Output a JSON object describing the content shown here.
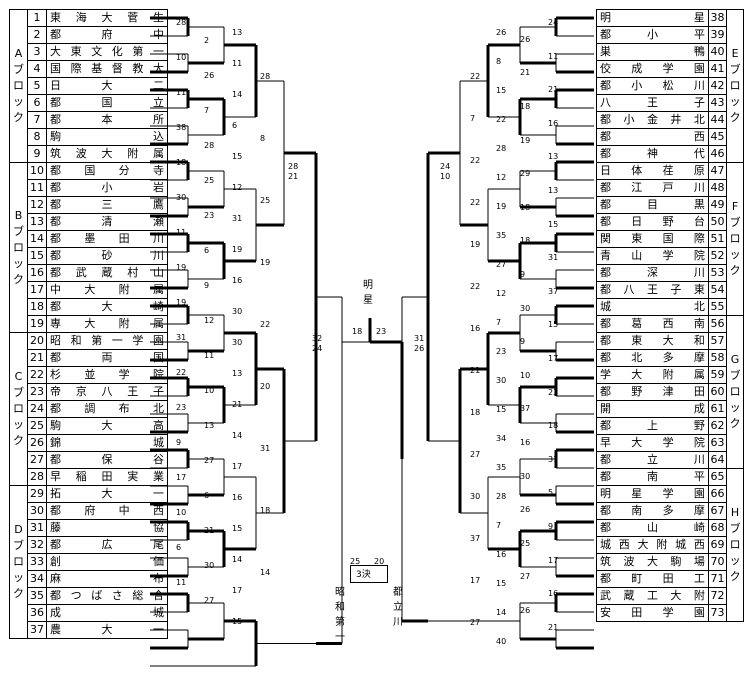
{
  "left_teams": [
    {
      "num": "1",
      "name": "東海大菅生",
      "block": "A"
    },
    {
      "num": "2",
      "name": "都府中",
      "block": "A"
    },
    {
      "num": "3",
      "name": "大東文化第一",
      "block": "A"
    },
    {
      "num": "4",
      "name": "国際基督教大",
      "block": "A"
    },
    {
      "num": "5",
      "name": "日大二",
      "block": "A"
    },
    {
      "num": "6",
      "name": "都国立",
      "block": "A"
    },
    {
      "num": "7",
      "name": "都本所",
      "block": "A"
    },
    {
      "num": "8",
      "name": "駒込",
      "block": "A"
    },
    {
      "num": "9",
      "name": "筑波大附属",
      "block": "A"
    },
    {
      "num": "10",
      "name": "都国分寺",
      "block": "B"
    },
    {
      "num": "11",
      "name": "都小岩",
      "block": "B"
    },
    {
      "num": "12",
      "name": "都三鷹",
      "block": "B"
    },
    {
      "num": "13",
      "name": "都清瀬",
      "block": "B"
    },
    {
      "num": "14",
      "name": "都墨田川",
      "block": "B"
    },
    {
      "num": "15",
      "name": "都砂川",
      "block": "B"
    },
    {
      "num": "16",
      "name": "都武蔵村山",
      "block": "B"
    },
    {
      "num": "17",
      "name": "中大附属",
      "block": "B"
    },
    {
      "num": "18",
      "name": "都大崎",
      "block": "B"
    },
    {
      "num": "19",
      "name": "専大附属",
      "block": "B"
    },
    {
      "num": "20",
      "name": "昭和第一学園",
      "block": "C"
    },
    {
      "num": "21",
      "name": "都両国",
      "block": "C"
    },
    {
      "num": "22",
      "name": "杉並学院",
      "block": "C"
    },
    {
      "num": "23",
      "name": "帝京八王子",
      "block": "C"
    },
    {
      "num": "24",
      "name": "都調布北",
      "block": "C"
    },
    {
      "num": "25",
      "name": "駒大高",
      "block": "C"
    },
    {
      "num": "26",
      "name": "錦城",
      "block": "C"
    },
    {
      "num": "27",
      "name": "都保谷",
      "block": "C"
    },
    {
      "num": "28",
      "name": "早稲田実業",
      "block": "C"
    },
    {
      "num": "29",
      "name": "拓大一",
      "block": "D"
    },
    {
      "num": "30",
      "name": "都府中西",
      "block": "D"
    },
    {
      "num": "31",
      "name": "藤協",
      "block": "D"
    },
    {
      "num": "32",
      "name": "都広尾",
      "block": "D"
    },
    {
      "num": "33",
      "name": "創価",
      "block": "D"
    },
    {
      "num": "34",
      "name": "麻布",
      "block": "D"
    },
    {
      "num": "35",
      "name": "都つばさ総合",
      "block": "D"
    },
    {
      "num": "36",
      "name": "成城",
      "block": "D"
    },
    {
      "num": "37",
      "name": "農大一",
      "block": "D"
    }
  ],
  "right_teams": [
    {
      "num": "38",
      "name": "明星",
      "block": "E"
    },
    {
      "num": "39",
      "name": "都小平",
      "block": "E"
    },
    {
      "num": "40",
      "name": "巣鴨",
      "block": "E"
    },
    {
      "num": "41",
      "name": "佼成学園",
      "block": "E"
    },
    {
      "num": "42",
      "name": "都小松川",
      "block": "E"
    },
    {
      "num": "43",
      "name": "八王子",
      "block": "E"
    },
    {
      "num": "44",
      "name": "都小金井北",
      "block": "E"
    },
    {
      "num": "45",
      "name": "都西",
      "block": "E"
    },
    {
      "num": "46",
      "name": "都神代",
      "block": "E"
    },
    {
      "num": "47",
      "name": "日体荏原",
      "block": "F"
    },
    {
      "num": "48",
      "name": "都江戸川",
      "block": "F"
    },
    {
      "num": "49",
      "name": "都目黒",
      "block": "F"
    },
    {
      "num": "50",
      "name": "都日野台",
      "block": "F"
    },
    {
      "num": "51",
      "name": "関東国際",
      "block": "F"
    },
    {
      "num": "52",
      "name": "青山学院",
      "block": "F"
    },
    {
      "num": "53",
      "name": "都深川",
      "block": "F"
    },
    {
      "num": "54",
      "name": "都八王子東",
      "block": "F"
    },
    {
      "num": "55",
      "name": "城北",
      "block": "F"
    },
    {
      "num": "56",
      "name": "都葛西南",
      "block": "G"
    },
    {
      "num": "57",
      "name": "都東大和",
      "block": "G"
    },
    {
      "num": "58",
      "name": "都北多摩",
      "block": "G"
    },
    {
      "num": "59",
      "name": "学大附属",
      "block": "G"
    },
    {
      "num": "60",
      "name": "都野津田",
      "block": "G"
    },
    {
      "num": "61",
      "name": "開成",
      "block": "G"
    },
    {
      "num": "62",
      "name": "都上野",
      "block": "G"
    },
    {
      "num": "63",
      "name": "早大学院",
      "block": "G"
    },
    {
      "num": "64",
      "name": "都立川",
      "block": "G"
    },
    {
      "num": "65",
      "name": "都南平",
      "block": "H"
    },
    {
      "num": "66",
      "name": "明星学園",
      "block": "H"
    },
    {
      "num": "67",
      "name": "都南多摩",
      "block": "H"
    },
    {
      "num": "68",
      "name": "都山崎",
      "block": "H"
    },
    {
      "num": "69",
      "name": "城西大附城西",
      "block": "H"
    },
    {
      "num": "70",
      "name": "筑波大駒場",
      "block": "H"
    },
    {
      "num": "71",
      "name": "都町田工",
      "block": "H"
    },
    {
      "num": "72",
      "name": "武蔵工大附",
      "block": "H"
    },
    {
      "num": "73",
      "name": "安田学園",
      "block": "H"
    }
  ],
  "blocks": {
    "A": "Aブロック",
    "B": "Bブロック",
    "C": "Cブロック",
    "D": "Dブロック",
    "E": "Eブロック",
    "F": "Fブロック",
    "G": "Gブロック",
    "H": "Hブロック"
  },
  "final": {
    "winner_label": "明星",
    "left_score": "18",
    "right_score": "23",
    "third_place_label": "3決",
    "third_left_score": "25",
    "third_right_score": "20",
    "third_left_team": "昭和第一",
    "third_right_team": "都立川"
  },
  "left_r1_scores": [
    "28",
    "2",
    "10",
    "26",
    "11",
    "7",
    "38",
    "28",
    "18",
    "25",
    "30",
    "23",
    "11",
    "6",
    "19",
    "9",
    "19",
    "12",
    "31",
    "11",
    "22",
    "10",
    "23",
    "13",
    "9",
    "27",
    "17",
    "6",
    "10",
    "21",
    "6",
    "30",
    "11",
    "27"
  ],
  "left_r2_scores": [
    "13",
    "11",
    "14",
    "6",
    "15",
    "12",
    "31",
    "19",
    "16",
    "30",
    "30",
    "13",
    "21",
    "14",
    "17",
    "16",
    "15",
    "14",
    "17",
    "15"
  ],
  "left_r3_scores": [
    "28",
    "8",
    "25",
    "19",
    "22",
    "20",
    "31",
    "18",
    "14"
  ],
  "left_sf_scores": [
    "28",
    "21"
  ],
  "right_r1_scores": [
    "24",
    "26",
    "11",
    "21",
    "21",
    "18",
    "16",
    "19",
    "13",
    "29",
    "13",
    "18",
    "15",
    "18",
    "31",
    "9",
    "37",
    "30",
    "15",
    "9",
    "17",
    "10",
    "23",
    "37",
    "18",
    "16",
    "31",
    "30",
    "5",
    "26",
    "9",
    "25",
    "17",
    "27",
    "16",
    "26",
    "21"
  ],
  "right_r2_scores": [
    "26",
    "8",
    "15",
    "22",
    "28",
    "12",
    "19",
    "35",
    "27",
    "12",
    "7",
    "23",
    "30",
    "15",
    "34",
    "35",
    "28",
    "7",
    "16",
    "15",
    "14",
    "40"
  ],
  "right_r3_scores": [
    "22",
    "7",
    "22",
    "22",
    "19",
    "22",
    "16",
    "21",
    "18",
    "27",
    "30",
    "37",
    "17",
    "27"
  ],
  "right_sf_scores": [
    "24",
    "10"
  ],
  "center_scores": [
    "32",
    "24",
    "31",
    "26"
  ]
}
